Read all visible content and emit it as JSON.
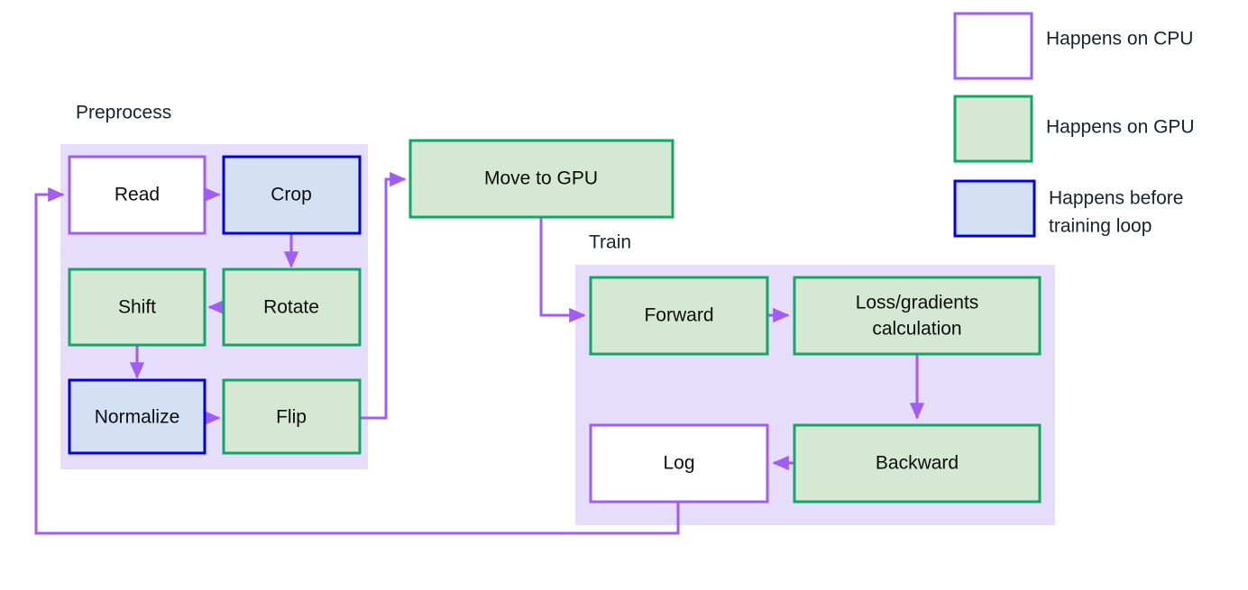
{
  "colors": {
    "cpu_border": "#a05cf5",
    "cpu_fill": "#ffffff",
    "gpu_border": "#10a866",
    "gpu_fill": "#d5e8d4",
    "pre_border": "#0000e0",
    "pre_fill": "#d4e1f5",
    "group_fill": "#e6ddfb",
    "arrow": "#a05cf5",
    "text": "#0d0d0d",
    "label_text": "#16232e",
    "background": "#ffffff"
  },
  "groups": [
    {
      "id": "preprocess",
      "label": "Preprocess"
    },
    {
      "id": "train",
      "label": "Train"
    }
  ],
  "nodes": [
    {
      "id": "read",
      "label": "Read",
      "kind": "cpu"
    },
    {
      "id": "crop",
      "label": "Crop",
      "kind": "pre"
    },
    {
      "id": "rotate",
      "label": "Rotate",
      "kind": "gpu"
    },
    {
      "id": "shift",
      "label": "Shift",
      "kind": "gpu"
    },
    {
      "id": "normalize",
      "label": "Normalize",
      "kind": "pre"
    },
    {
      "id": "flip",
      "label": "Flip",
      "kind": "gpu"
    },
    {
      "id": "movegpu",
      "label": "Move to GPU",
      "kind": "gpu"
    },
    {
      "id": "forward",
      "label": "Forward",
      "kind": "gpu"
    },
    {
      "id": "loss",
      "label": "Loss/gradients calculation",
      "label_line1": "Loss/gradients",
      "label_line2": "calculation",
      "kind": "gpu"
    },
    {
      "id": "backward",
      "label": "Backward",
      "kind": "gpu"
    },
    {
      "id": "log",
      "label": "Log",
      "kind": "cpu"
    }
  ],
  "edges": [
    {
      "from": "loop",
      "to": "read"
    },
    {
      "from": "read",
      "to": "crop"
    },
    {
      "from": "crop",
      "to": "rotate"
    },
    {
      "from": "rotate",
      "to": "shift"
    },
    {
      "from": "shift",
      "to": "normalize"
    },
    {
      "from": "normalize",
      "to": "flip"
    },
    {
      "from": "flip",
      "to": "movegpu"
    },
    {
      "from": "movegpu",
      "to": "forward"
    },
    {
      "from": "forward",
      "to": "loss"
    },
    {
      "from": "loss",
      "to": "backward"
    },
    {
      "from": "backward",
      "to": "log"
    },
    {
      "from": "log",
      "to": "read"
    }
  ],
  "legend": {
    "items": [
      {
        "id": "cpu",
        "label": "Happens on CPU",
        "kind": "cpu"
      },
      {
        "id": "gpu",
        "label": "Happens on GPU",
        "kind": "gpu"
      },
      {
        "id": "pre",
        "label": "Happens before training loop",
        "line1": "Happens before",
        "line2": "training loop",
        "kind": "pre"
      }
    ]
  }
}
